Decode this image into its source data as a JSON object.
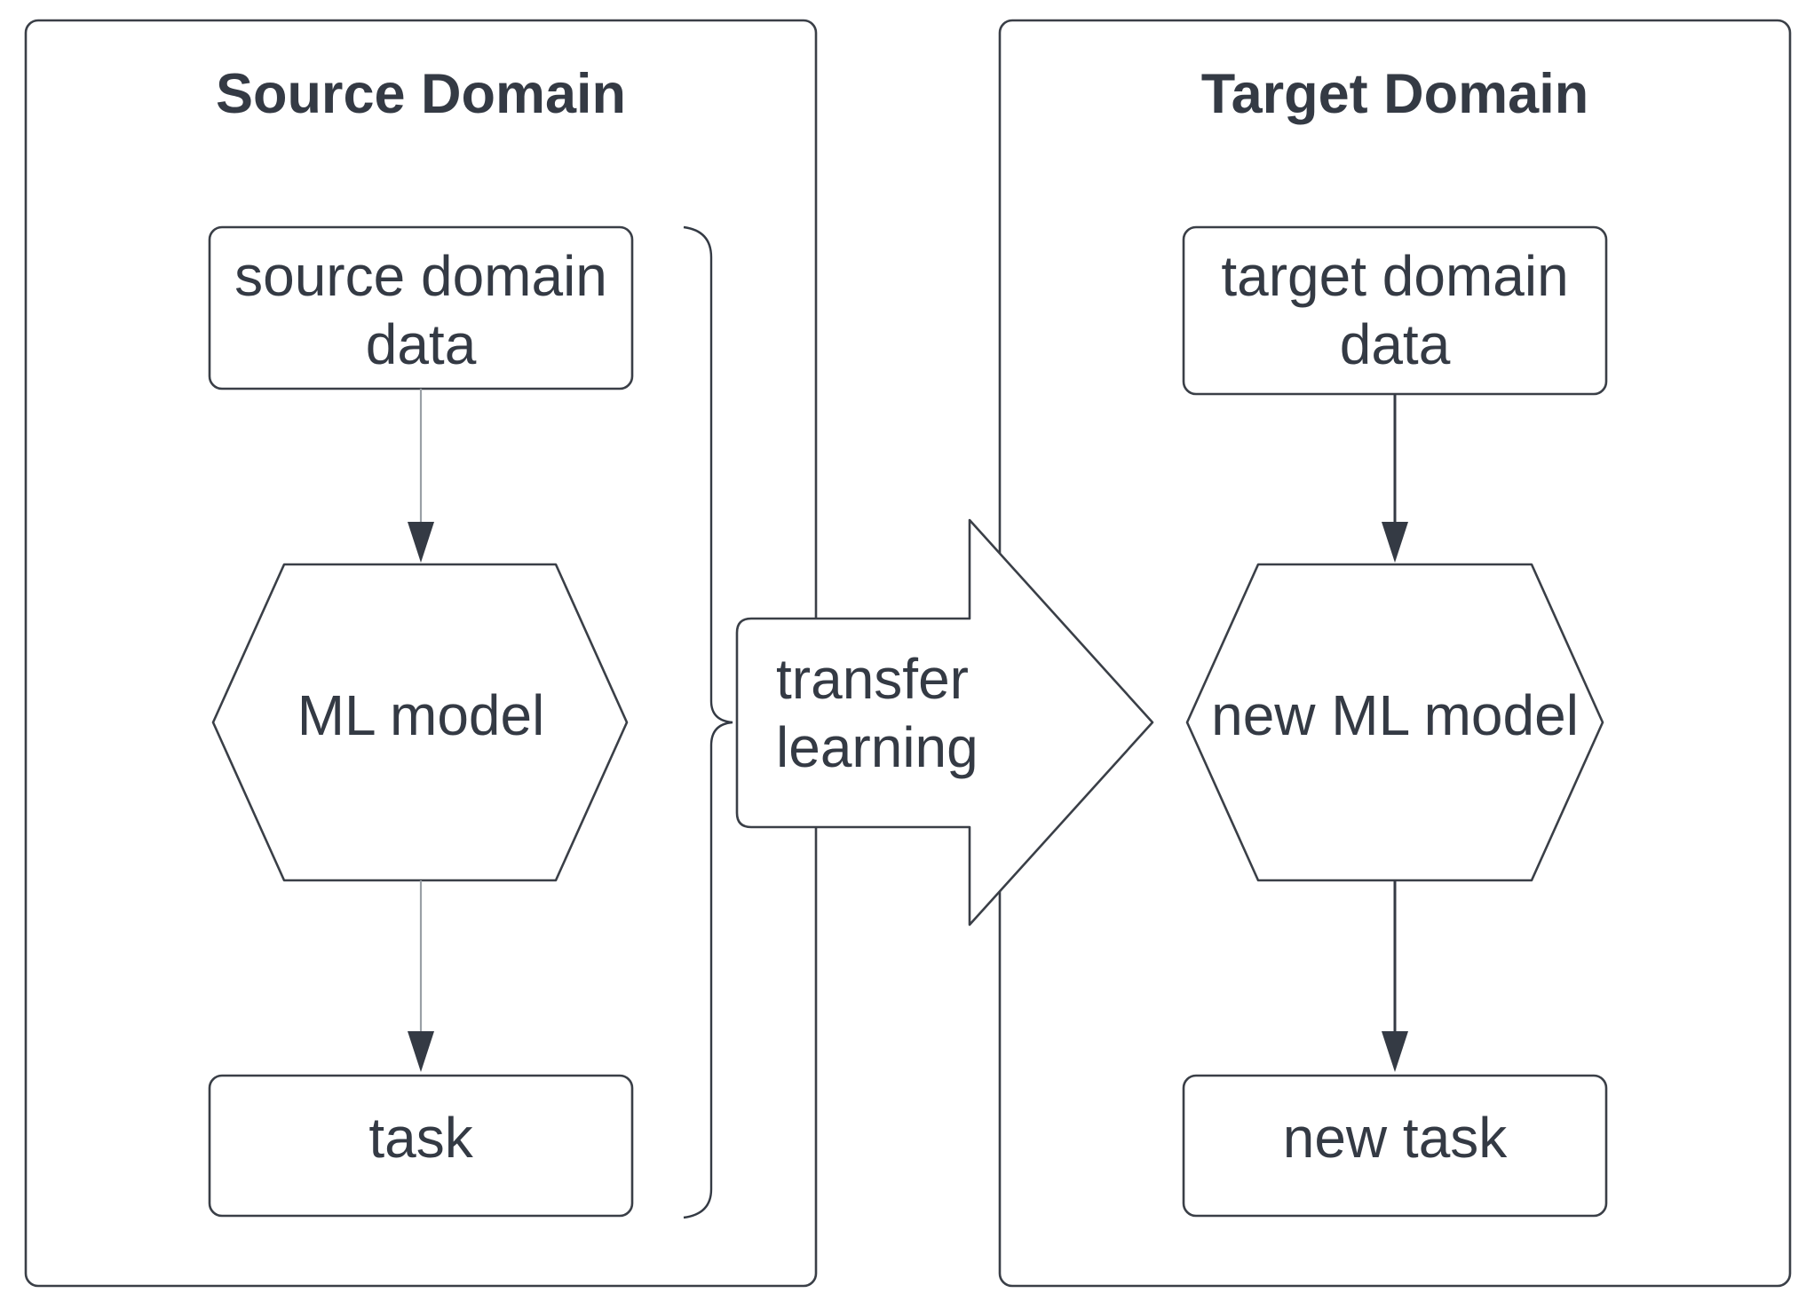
{
  "source_panel": {
    "title": "Source Domain",
    "data_node": [
      "source domain",
      "data"
    ],
    "model_node": "ML model",
    "task_node": "task"
  },
  "transfer": [
    "transfer",
    "learning"
  ],
  "target_panel": {
    "title": "Target Domain",
    "data_node": [
      "target domain",
      "data"
    ],
    "model_node": "new ML model",
    "task_node": "new task"
  },
  "colors": {
    "text": "#343a44",
    "stroke": "#3a3f47",
    "source_arrows": "#9aa0a6",
    "target_arrows": "#343a44"
  }
}
